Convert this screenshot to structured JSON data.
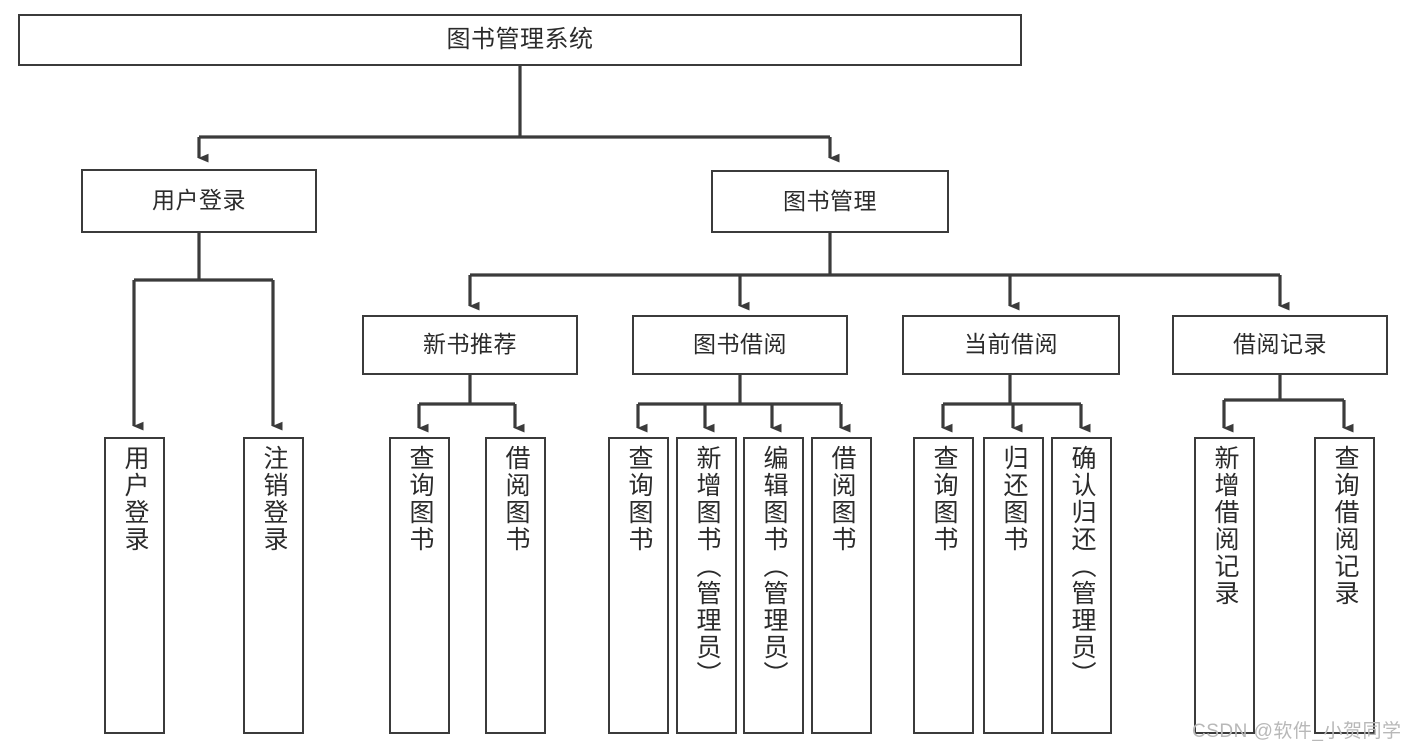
{
  "diagram": {
    "title_text": "图书管理系统",
    "watermark": "CSDN @软件_小贺同学",
    "colors": {
      "box_border": "#3b3b3b",
      "box_fill": "#ffffff",
      "connector": "#3b3b3b",
      "text": "#2b2b2b",
      "watermark": "#b8b8b8"
    },
    "nodes": {
      "root": {
        "label": "图书管理系统"
      },
      "level2": [
        {
          "id": "user-login",
          "label": "用户登录"
        },
        {
          "id": "book-management",
          "label": "图书管理"
        }
      ],
      "level3": [
        {
          "id": "new-book-recommend",
          "label": "新书推荐"
        },
        {
          "id": "book-borrow",
          "label": "图书借阅"
        },
        {
          "id": "current-borrow",
          "label": "当前借阅"
        },
        {
          "id": "borrow-record",
          "label": "借阅记录"
        }
      ],
      "leaves": {
        "user_login": [
          {
            "id": "leaf-user-login",
            "label": "用户登录"
          },
          {
            "id": "leaf-logout-login",
            "label": "注销登录"
          }
        ],
        "new_book_recommend": [
          {
            "id": "leaf-query-book-1",
            "label": "查询图书"
          },
          {
            "id": "leaf-borrow-book-1",
            "label": "借阅图书"
          }
        ],
        "book_borrow": [
          {
            "id": "leaf-query-book-2",
            "label": "查询图书"
          },
          {
            "id": "leaf-add-book-admin",
            "label": "新增图书（管理员）"
          },
          {
            "id": "leaf-edit-book-admin",
            "label": "编辑图书（管理员）"
          },
          {
            "id": "leaf-borrow-book-2",
            "label": "借阅图书"
          }
        ],
        "current_borrow": [
          {
            "id": "leaf-query-book-3",
            "label": "查询图书"
          },
          {
            "id": "leaf-return-book",
            "label": "归还图书"
          },
          {
            "id": "leaf-confirm-return-admin",
            "label": "确认归还（管理员）"
          }
        ],
        "borrow_record": [
          {
            "id": "leaf-add-borrow-record",
            "label": "新增借阅记录"
          },
          {
            "id": "leaf-query-borrow-record",
            "label": "查询借阅记录"
          }
        ]
      }
    }
  }
}
